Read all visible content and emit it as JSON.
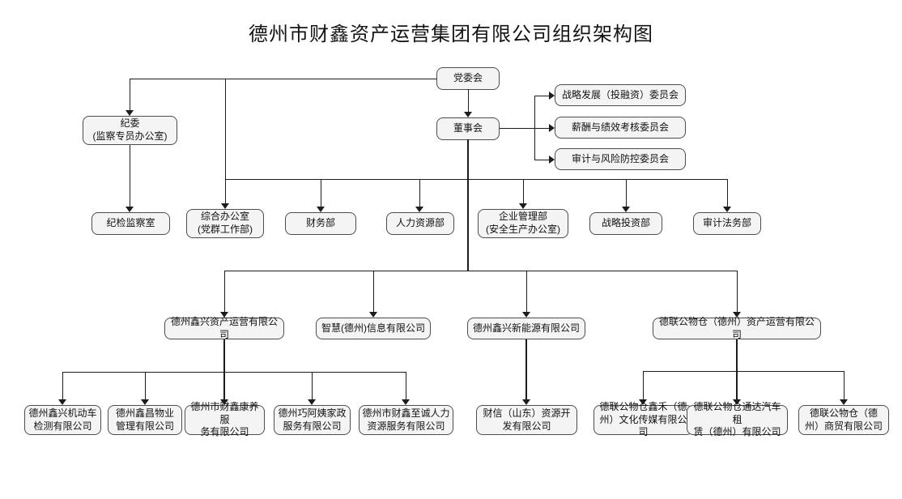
{
  "title": "德州市财鑫资产运营集团有限公司组织架构图",
  "colors": {
    "box_fill": "#f4f4f4",
    "box_border": "#4d4d4d",
    "line": "#1c1c1c",
    "text": "#111111"
  },
  "nodes": {
    "party_committee": {
      "label": "党委会"
    },
    "board": {
      "label": "董事会"
    },
    "discipline_committee": {
      "label": "纪委\n(监察专员办公室)"
    },
    "strategy_committee": {
      "label": "战略发展（投融资）委员会"
    },
    "compensation_committee": {
      "label": "薪酬与绩效考核委员会"
    },
    "audit_risk_committee": {
      "label": "审计与风险防控委员会"
    },
    "discipline_office": {
      "label": "纪检监察室"
    },
    "general_office": {
      "label": "综合办公室\n(党群工作部)"
    },
    "finance_dept": {
      "label": "财务部"
    },
    "hr_dept": {
      "label": "人力资源部"
    },
    "enterprise_mgmt_dept": {
      "label": "企业管理部\n(安全生产办公室)"
    },
    "strategic_investment_dept": {
      "label": "战略投资部"
    },
    "audit_legal_dept": {
      "label": "审计法务部"
    },
    "xinxing_asset": {
      "label": "德州鑫兴资产运营有限公司"
    },
    "zhihui_info": {
      "label": "智慧(德州)信息有限公司"
    },
    "xinxing_energy": {
      "label": "德州鑫兴新能源有限公司"
    },
    "delian_asset": {
      "label": "德联公物仓（德州）资产运营有限公司"
    },
    "motor_testing": {
      "label": "德州鑫兴机动车\n检测有限公司"
    },
    "xinchang_property": {
      "label": "德州鑫昌物业\n管理有限公司"
    },
    "kangyang_service": {
      "label": "德州市财鑫康养服\n务有限公司"
    },
    "qiaoayi_service": {
      "label": "德州巧阿姨家政\n服务有限公司"
    },
    "zhicheng_hr": {
      "label": "德州市财鑫至诚人力\n资源服务有限公司"
    },
    "caixin_shandong": {
      "label": "财信（山东）资源开\n发有限公司"
    },
    "xinhe_media": {
      "label": "德联公物仓鑫禾（德\n州）文化传媒有限公司"
    },
    "tongda_rental": {
      "label": "德联公物仓通达汽车租\n赁（德州）有限公司"
    },
    "shangmao": {
      "label": "德联公物仓（德\n州）商贸有限公司"
    }
  },
  "hierarchy": {
    "party_committee": [
      "discipline_committee",
      "board"
    ],
    "party_committee_departments": [
      "general_office",
      "finance_dept",
      "hr_dept",
      "enterprise_mgmt_dept",
      "strategic_investment_dept",
      "audit_legal_dept"
    ],
    "board": [
      "strategy_committee",
      "compensation_committee",
      "audit_risk_committee",
      "xinxing_asset",
      "zhihui_info",
      "xinxing_energy",
      "delian_asset"
    ],
    "discipline_committee": [
      "discipline_office"
    ],
    "xinxing_asset": [
      "motor_testing",
      "xinchang_property",
      "kangyang_service",
      "qiaoayi_service",
      "zhicheng_hr"
    ],
    "xinxing_energy": [
      "caixin_shandong"
    ],
    "delian_asset": [
      "xinhe_media",
      "tongda_rental",
      "shangmao"
    ]
  }
}
